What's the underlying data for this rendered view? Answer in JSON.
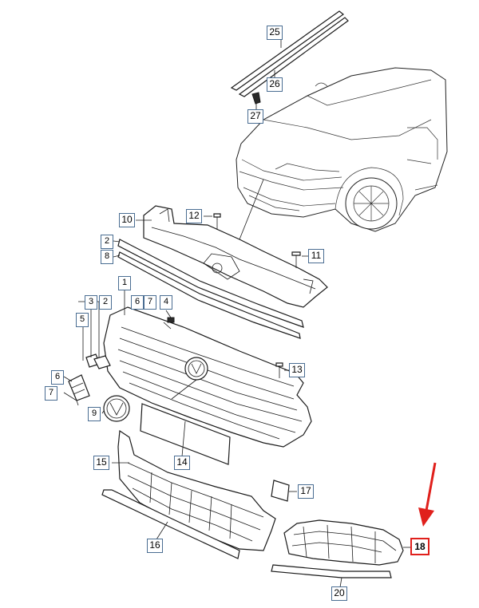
{
  "callouts": {
    "c25": "25",
    "c26": "26",
    "c27": "27",
    "c10": "10",
    "c12": "12",
    "c2a": "2",
    "c8": "8",
    "c11": "11",
    "c1": "1",
    "c3": "3",
    "c2b": "2",
    "c6a": "6",
    "c7a": "7",
    "c4": "4",
    "c5": "5",
    "c13": "13",
    "c6b": "6",
    "c7b": "7",
    "c9": "9",
    "c14": "14",
    "c15": "15",
    "c17": "17",
    "c16": "16",
    "c18": "18",
    "c20": "20"
  },
  "colors": {
    "callout_border": "#4a6d92",
    "highlight": "#e0201c",
    "line": "#1a1a1a"
  },
  "highlighted_part": "18"
}
